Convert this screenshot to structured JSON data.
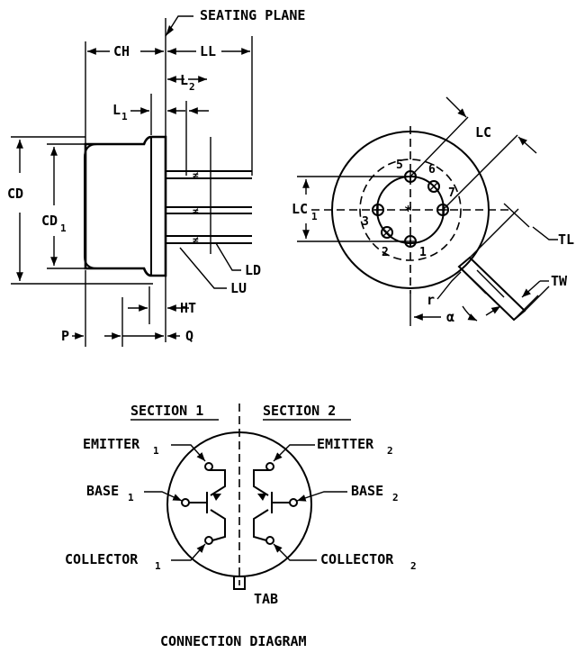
{
  "side_view": {
    "seating_plane": "SEATING PLANE",
    "ch": "CH",
    "ll": "LL",
    "l2": "L",
    "l2_sub": "2",
    "l1": "L",
    "l1_sub": "1",
    "cd": "CD",
    "cd1": "CD",
    "cd1_sub": "1",
    "lu": "LU",
    "ld": "LD",
    "ht": "HT",
    "p": "P",
    "q": "Q"
  },
  "bottom_view": {
    "lc": "LC",
    "lc1": "LC",
    "lc1_sub": "1",
    "tl": "TL",
    "tw": "TW",
    "r": "r",
    "alpha": "α",
    "pins": [
      "1",
      "2",
      "3",
      "5",
      "6",
      "7"
    ]
  },
  "connection": {
    "section1": "SECTION 1",
    "section2": "SECTION 2",
    "emitter1": "EMITTER",
    "emitter1_sub": "1",
    "base1": "BASE",
    "base1_sub": "1",
    "collector1": "COLLECTOR",
    "collector1_sub": "1",
    "emitter2": "EMITTER",
    "emitter2_sub": "2",
    "base2": "BASE",
    "base2_sub": "2",
    "collector2": "COLLECTOR",
    "collector2_sub": "2",
    "tab": "TAB",
    "caption": "CONNECTION DIAGRAM"
  }
}
